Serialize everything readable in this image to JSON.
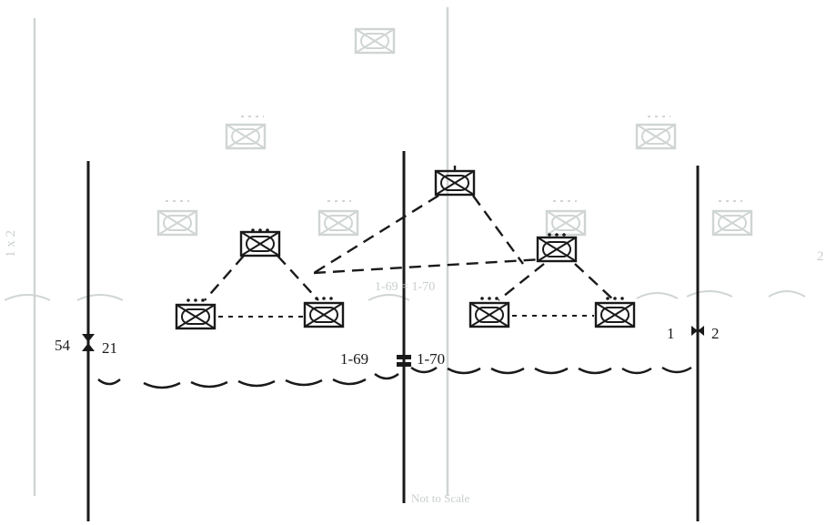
{
  "boundaries": {
    "left": {
      "left_label": "54",
      "right_label": "21"
    },
    "center": {
      "left_label": "1-69",
      "right_label": "1-70"
    },
    "right": {
      "left_label": "1",
      "right_label": "2"
    }
  },
  "faded_text": {
    "left_edge": "1 x 2",
    "center_caption": "1-69 = 1-70",
    "right_edge": "2",
    "footer_note": "Not to Scale"
  },
  "colors": {
    "ink": "#1a1a1a",
    "faded": "#c9cfcc",
    "background": "#ffffff"
  },
  "icons": {
    "unit_symbol": "infantry-battalion-icon",
    "command_symbol": "brigade-hq-icon"
  }
}
